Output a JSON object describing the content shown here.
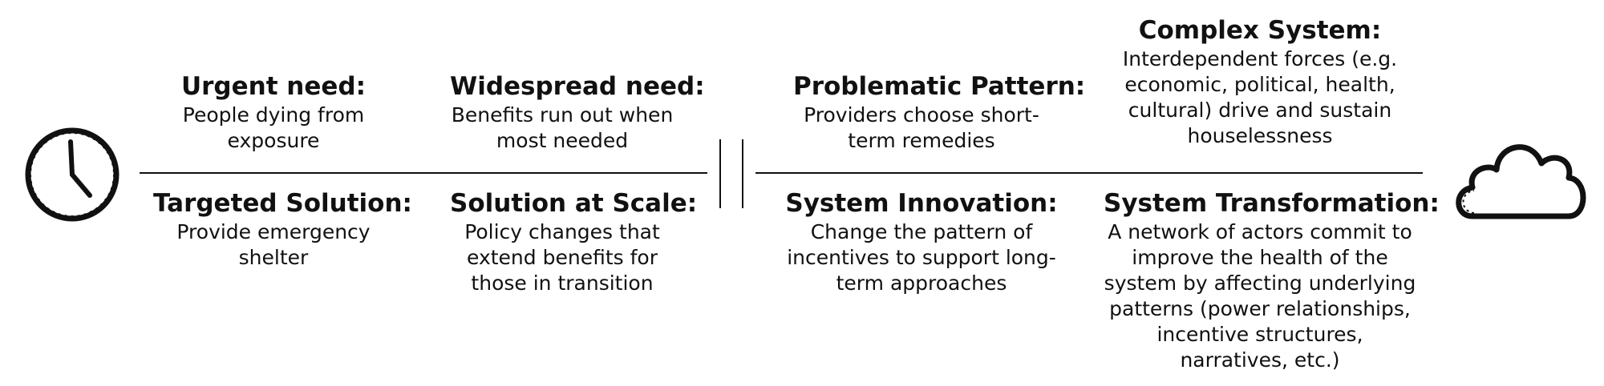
{
  "top": [
    {
      "title": "Urgent need:",
      "text": "People dying from exposure"
    },
    {
      "title": "Widespread need:",
      "text": "Benefits run out when most needed"
    },
    {
      "title": "Problematic Pattern:",
      "text": "Providers choose short-term remedies"
    },
    {
      "title": "Complex System:",
      "text": "Interdependent forces (e.g. economic, political, health, cultural) drive and sustain houselessness"
    }
  ],
  "bottom": [
    {
      "title": "Targeted Solution:",
      "text": "Provide emergency shelter"
    },
    {
      "title": "Solution at Scale:",
      "text": "Policy changes that extend benefits for those in transition"
    },
    {
      "title": "System Innovation:",
      "text": "Change the pattern of incentives to support long-term approaches"
    },
    {
      "title": "System Transformation:",
      "text": "A network of actors commit to improve the health of the system by affecting underlying patterns (power relationships, incentive structures, narratives, etc.)"
    }
  ],
  "icons": {
    "left": "clock-icon",
    "right": "cloud-icon"
  },
  "colors": {
    "ink": "#111111",
    "background": "#ffffff"
  }
}
